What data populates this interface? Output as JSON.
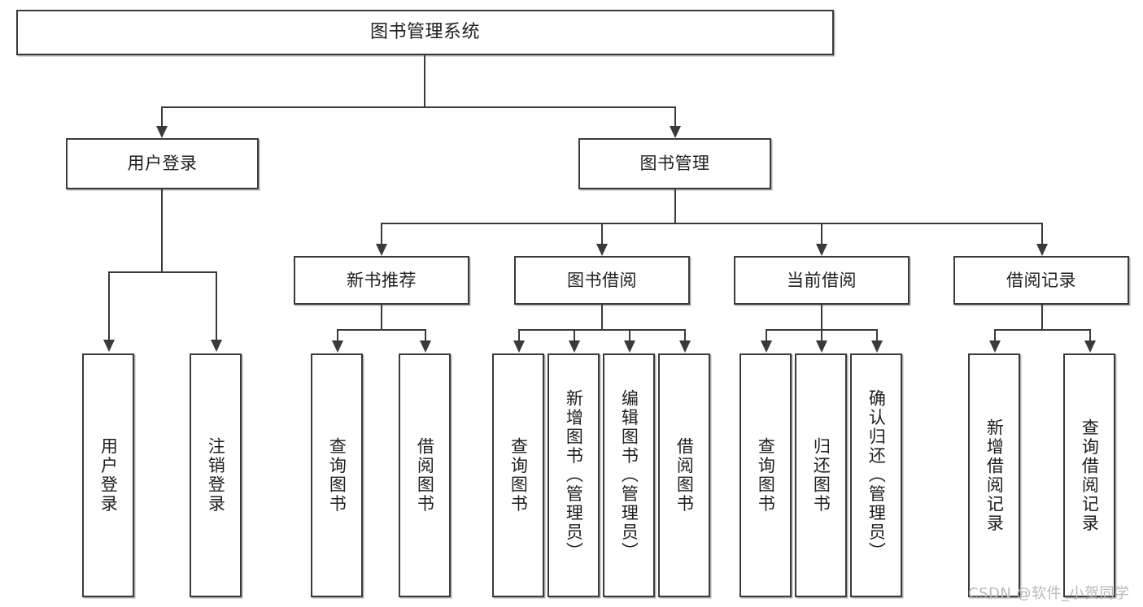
{
  "diagram": {
    "type": "tree",
    "title": "图书管理系统",
    "root": {
      "label": "图书管理系统"
    },
    "level1": [
      {
        "label": "用户登录"
      },
      {
        "label": "图书管理"
      }
    ],
    "level2": [
      {
        "label": "新书推荐"
      },
      {
        "label": "图书借阅"
      },
      {
        "label": "当前借阅"
      },
      {
        "label": "借阅记录"
      }
    ],
    "leaves": {
      "user_login": [
        {
          "label": "用户登录"
        },
        {
          "label": "注销登录"
        }
      ],
      "new_book_recommend": [
        {
          "label": "查询图书"
        },
        {
          "label": "借阅图书"
        }
      ],
      "book_borrow": [
        {
          "label": "查询图书"
        },
        {
          "label": "新增图书（管理员）"
        },
        {
          "label": "编辑图书（管理员）"
        },
        {
          "label": "借阅图书"
        }
      ],
      "current_borrow": [
        {
          "label": "查询图书"
        },
        {
          "label": "归还图书"
        },
        {
          "label": "确认归还（管理员）"
        }
      ],
      "borrow_record": [
        {
          "label": "新增借阅记录"
        },
        {
          "label": "查询借阅记录"
        }
      ]
    }
  },
  "watermark": {
    "text": "CSDN @软件_小贺同学"
  },
  "colors": {
    "border": "#3a3a3a",
    "text": "#1e1e1e",
    "background": "#ffffff",
    "watermark": "#b8b8b8"
  }
}
